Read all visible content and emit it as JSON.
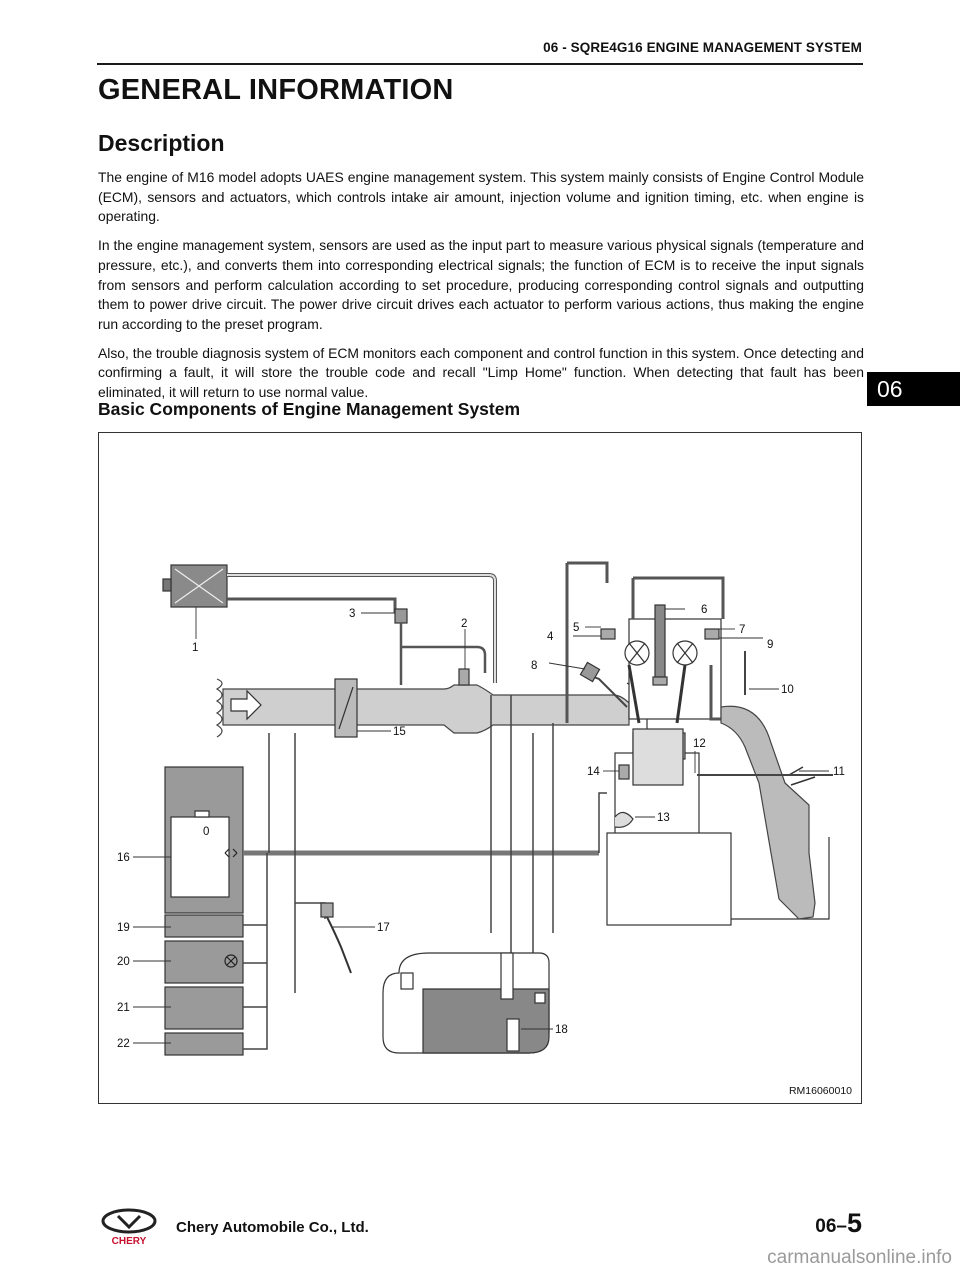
{
  "header": {
    "section_title": "06 - SQRE4G16 ENGINE MANAGEMENT SYSTEM"
  },
  "page_title": "GENERAL INFORMATION",
  "description": {
    "heading": "Description",
    "paragraphs": [
      "The engine of M16 model adopts UAES engine management system. This system mainly consists of Engine Control Module (ECM), sensors and actuators, which controls intake air amount, injection volume and ignition timing, etc. when engine is operating.",
      "In the engine management system, sensors are used as the input part to measure various physical signals (temperature and pressure, etc.), and converts them into corresponding electrical signals; the function of ECM is to receive the input signals from sensors and perform calculation according to set procedure, producing corresponding control signals and outputting them to power drive circuit. The power drive circuit drives each actuator to perform various actions, thus making the engine run according to the preset program.",
      "Also, the trouble diagnosis system of ECM monitors each component and control function in this system. Once detecting and confirming a fault, it will store the trouble code and recall \"Limp Home\" function. When detecting that fault has been eliminated, it will return to use normal value."
    ]
  },
  "components": {
    "heading": "Basic Components of Engine Management System",
    "figure_code": "RM16060010",
    "callouts": [
      "1",
      "2",
      "3",
      "4",
      "5",
      "6",
      "7",
      "8",
      "9",
      "10",
      "11",
      "12",
      "13",
      "14",
      "15",
      "16",
      "17",
      "18",
      "19",
      "20",
      "21",
      "22"
    ],
    "ecm_marker": "0"
  },
  "side_tab": "06",
  "footer": {
    "brand": "CHERY",
    "company": "Chery Automobile Co., Ltd.",
    "page_prefix": "06–",
    "page_number": "5"
  },
  "watermark": "carmanualsonline.info"
}
